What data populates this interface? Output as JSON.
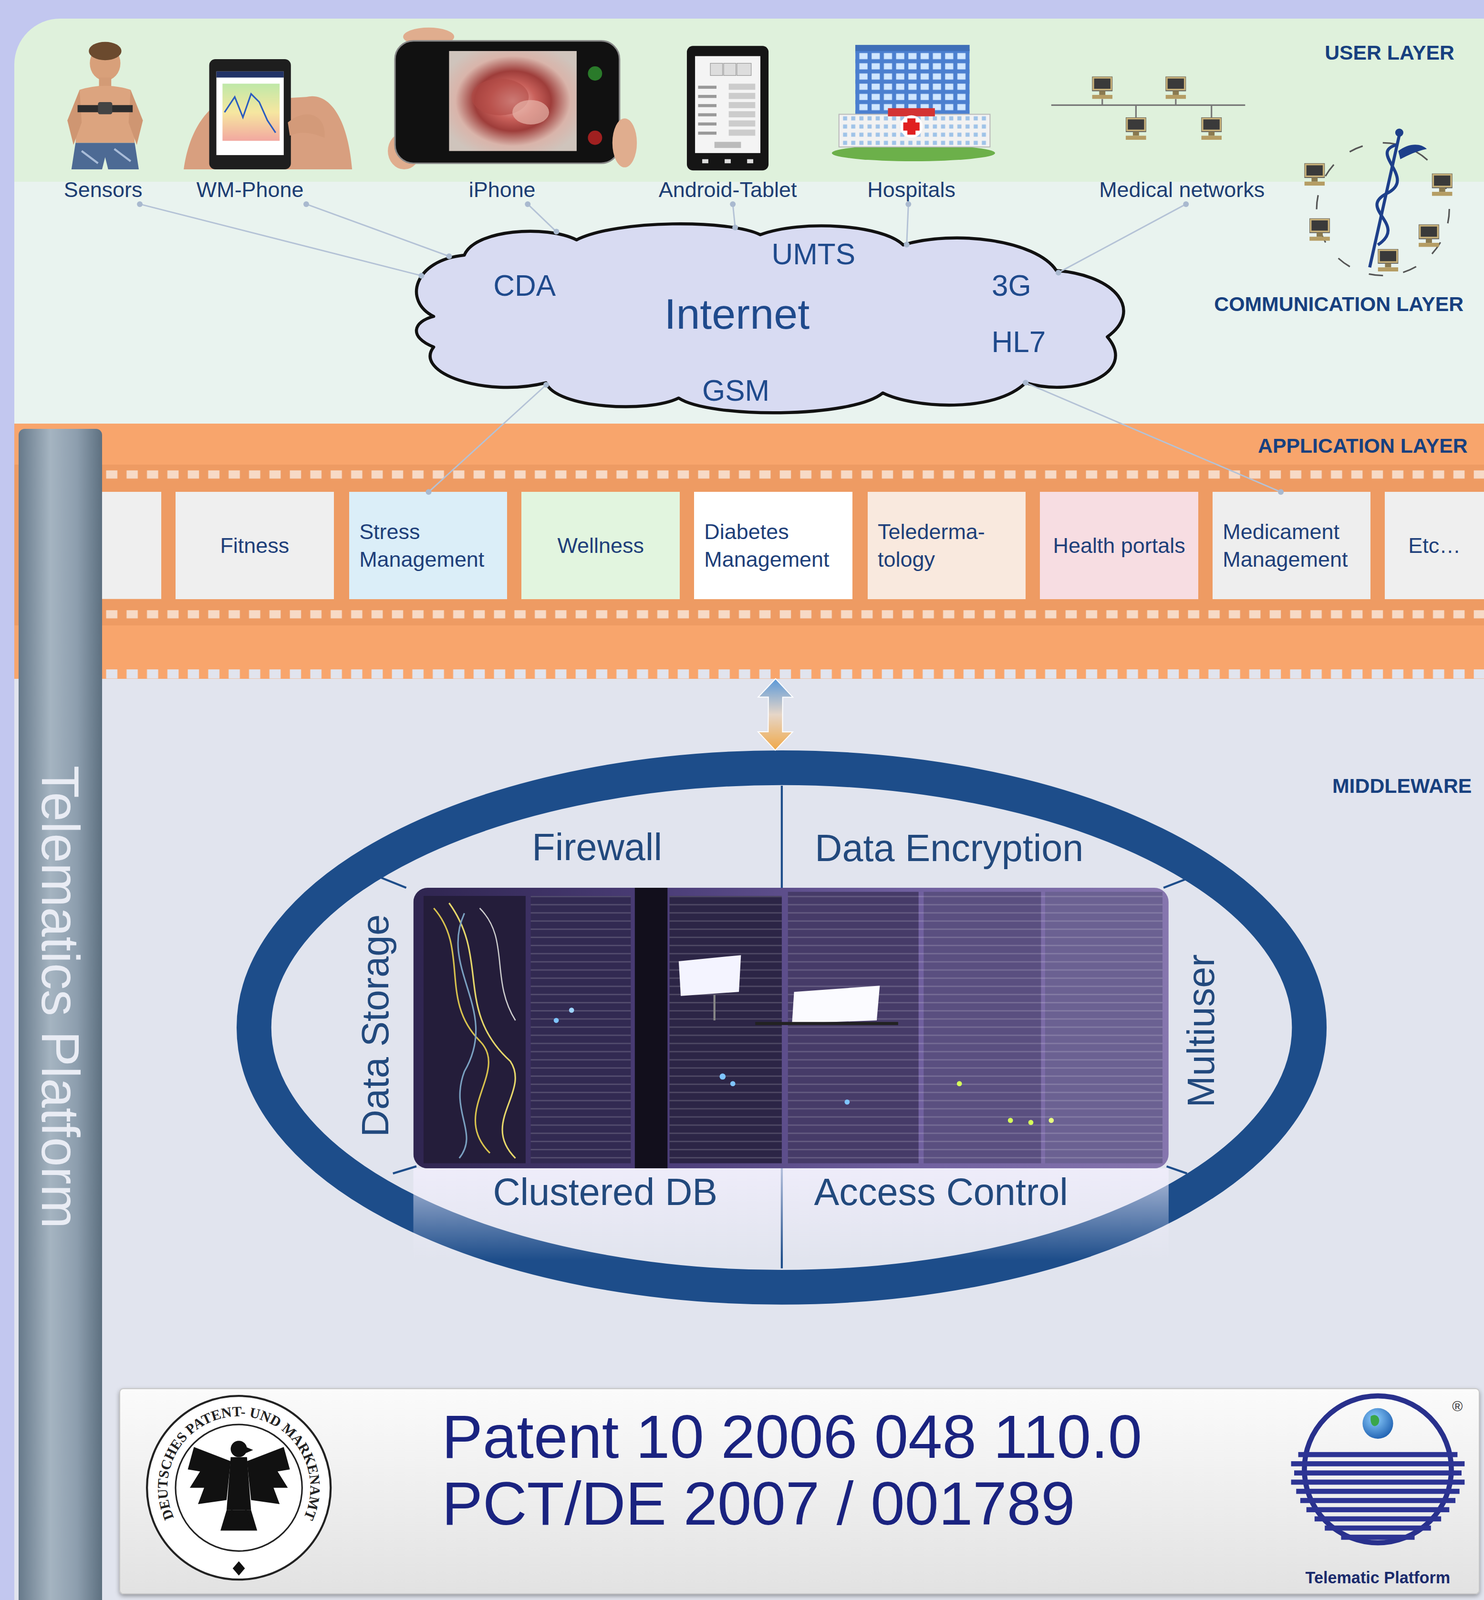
{
  "diagram": {
    "nodes": [
      {
        "text": [
          "USER LAYER"
        ]
      },
      {
        "text": [
          "Sensors"
        ],
        "in": 0
      },
      {
        "text": [
          "WM-Phone"
        ],
        "in": 0
      },
      {
        "text": [
          "iPhone"
        ],
        "in": 0
      },
      {
        "text": [
          "Android-Tablet"
        ],
        "in": 0
      },
      {
        "text": [
          "Hospitals"
        ],
        "in": 0
      },
      {
        "text": [
          "Medical networks"
        ],
        "in": 0
      },
      {
        "text": [
          "COMMUNICATION LAYER"
        ]
      },
      {
        "text": [
          "CDA",
          "UMTS",
          "Internet",
          "3G",
          "HL7",
          "GSM"
        ],
        "in": 7
      },
      {
        "text": [
          "APPLICATION LAYER"
        ]
      },
      {
        "text": [
          "Fitness"
        ],
        "in": 9
      },
      {
        "text": [
          "Stress Management"
        ],
        "in": 9
      },
      {
        "text": [
          "Wellness"
        ],
        "in": 9
      },
      {
        "text": [
          "Diabetes Management"
        ],
        "in": 9
      },
      {
        "text": [
          "Telederma- tology"
        ],
        "in": 9
      },
      {
        "text": [
          "Health portals"
        ],
        "in": 9
      },
      {
        "text": [
          "Medicament Management"
        ],
        "in": 9
      },
      {
        "text": [
          "Etc…"
        ],
        "in": 9
      },
      {
        "text": [
          "MIDDLEWARE"
        ]
      },
      {
        "text": [
          "Firewall",
          "Data Encryption",
          "Data Storage",
          "Multiuser",
          "Clustered DB",
          "Access Control"
        ],
        "in": 18
      },
      {
        "text": [
          "Patent 10 2006 048 110.0",
          "PCT/DE 2007 / 001789",
          "Telematic Platform"
        ],
        "in": 18
      },
      {
        "text": [
          "Telematics Platform"
        ]
      }
    ],
    "edges": [
      {
        "from": 1,
        "to": 8,
        "arrow": "none"
      },
      {
        "from": 2,
        "to": 8,
        "arrow": "none"
      },
      {
        "from": 3,
        "to": 8,
        "arrow": "none"
      },
      {
        "from": 4,
        "to": 8,
        "arrow": "none"
      },
      {
        "from": 5,
        "to": 8,
        "arrow": "none"
      },
      {
        "from": 6,
        "to": 8,
        "arrow": "none"
      },
      {
        "from": 8,
        "to": 11,
        "arrow": "none"
      },
      {
        "from": 8,
        "to": 16,
        "arrow": "none"
      },
      {
        "from": 9,
        "to": 19,
        "arrow": "both"
      }
    ],
    "labels": [
      "DEUTSCHES PATENT- UND MARKENAMT",
      "®"
    ]
  }
}
